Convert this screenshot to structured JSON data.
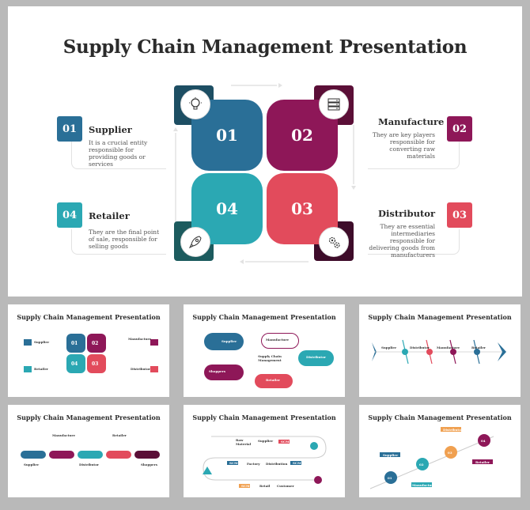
{
  "main": {
    "title": "Supply Chain Management Presentation",
    "tiles": [
      {
        "num": "01",
        "color": "#2a6f97"
      },
      {
        "num": "02",
        "color": "#8e1758"
      },
      {
        "num": "04",
        "color": "#2ba8b3"
      },
      {
        "num": "03",
        "color": "#e24b5c"
      }
    ],
    "items": [
      {
        "num": "01",
        "title": "Supplier",
        "desc": "It is a crucial entity responsible for providing goods or services",
        "color": "#2a6f97"
      },
      {
        "num": "02",
        "title": "Manufacture",
        "desc": "They are key players responsible for converting raw materials",
        "color": "#8e1758"
      },
      {
        "num": "04",
        "title": "Retailer",
        "desc": "They are the final point of sale, responsible for selling goods",
        "color": "#2ba8b3"
      },
      {
        "num": "03",
        "title": "Distributor",
        "desc": "They are essential intermediaries responsible for delivering goods from manufacturers",
        "color": "#e24b5c"
      }
    ],
    "icons": [
      "lightbulb-gear-icon",
      "server-icon",
      "rocket-icon",
      "gears-icon"
    ]
  },
  "thumbs": [
    {
      "title": "Supply Chain Management Presentation"
    },
    {
      "title": "Supply Chain Management Presentation",
      "labels": [
        "Supplier",
        "Manufacture",
        "Supply Chain Management",
        "Distributor",
        "Shoppers",
        "Retailer"
      ]
    },
    {
      "title": "Supply Chain Management Presentation",
      "labels": [
        "Supplier",
        "Distributor",
        "Manufacture",
        "Retailer"
      ]
    },
    {
      "title": "Supply Chain Management Presentation",
      "labels": [
        "Manufacture",
        "Retailer",
        "Supplier",
        "Distributor",
        "Shoppers"
      ]
    },
    {
      "title": "Supply Chain Management Presentation",
      "labels": [
        "Raw Material",
        "Supplier",
        "SCM",
        "SCM",
        "Factory",
        "Distribution",
        "SCM",
        "SCM",
        "Retail",
        "Customer"
      ]
    },
    {
      "title": "Supply Chain Management Presentation",
      "labels": [
        "Distributor",
        "Supplier",
        "Retailer",
        "Manufacturer",
        "01",
        "02",
        "03",
        "04"
      ]
    }
  ],
  "thumb1": {
    "labels": [
      "Supplier",
      "Manufacture",
      "Retailer",
      "Distributor",
      "01",
      "02",
      "04",
      "03"
    ]
  }
}
